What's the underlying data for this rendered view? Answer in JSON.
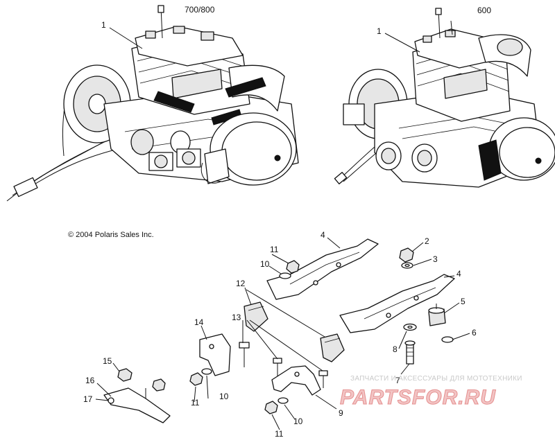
{
  "diagram": {
    "engine_labels": [
      "700/800",
      "600"
    ],
    "copyright": "© 2004 Polaris Sales Inc.",
    "callouts": [
      "1",
      "1",
      "2",
      "3",
      "4",
      "4",
      "5",
      "6",
      "7",
      "8",
      "9",
      "10",
      "10",
      "10",
      "11",
      "11",
      "11",
      "12",
      "13",
      "14",
      "15",
      "16",
      "17"
    ],
    "watermark": {
      "caption": "ЗАПЧАСТИ И АКСЕССУАРЫ ДЛЯ МОТОТЕХНИКИ",
      "logo_text": "PARTSFOR.RU",
      "colors": {
        "caption": "#c9c9c9",
        "logo_fill": "#f2c4c4",
        "logo_stroke": "#e58f8f"
      }
    }
  }
}
